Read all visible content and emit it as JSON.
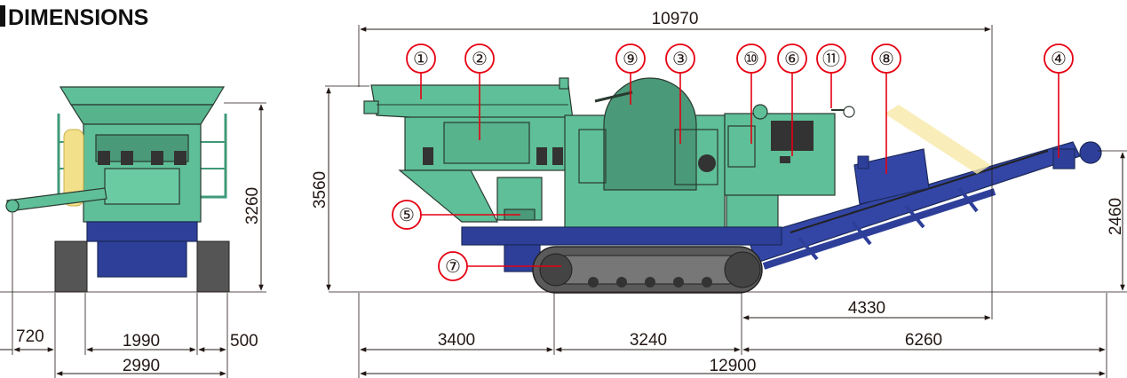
{
  "title": "DIMENSIONS",
  "colors": {
    "machine_body": "#5fbf98",
    "machine_dark": "#3f9a78",
    "undercarriage": "#2e3f9a",
    "track": "#4a4a4a",
    "callout": "#e60012",
    "dimension_line": "#231815",
    "title_bar": "#111111"
  },
  "front_view": {
    "height_label": "3260",
    "bottom_dims": {
      "left_overhang": "720",
      "track_gauge": "1990",
      "track_width": "500",
      "overall_width": "2990"
    }
  },
  "side_view": {
    "top_length": "10970",
    "overall_height": "3560",
    "conveyor_height": "2460",
    "conveyor_length": "4330",
    "bottom_dims": {
      "segment_1": "3400",
      "segment_2": "3240",
      "segment_3": "6260",
      "overall_length": "12900"
    }
  },
  "callouts": [
    {
      "label": "①",
      "part": "1"
    },
    {
      "label": "②",
      "part": "2"
    },
    {
      "label": "③",
      "part": "3"
    },
    {
      "label": "④",
      "part": "4"
    },
    {
      "label": "⑤",
      "part": "5"
    },
    {
      "label": "⑥",
      "part": "6"
    },
    {
      "label": "⑦",
      "part": "7"
    },
    {
      "label": "⑧",
      "part": "8"
    },
    {
      "label": "⑨",
      "part": "9"
    },
    {
      "label": "⑩",
      "part": "10"
    },
    {
      "label": "⑪",
      "part": "11"
    }
  ]
}
